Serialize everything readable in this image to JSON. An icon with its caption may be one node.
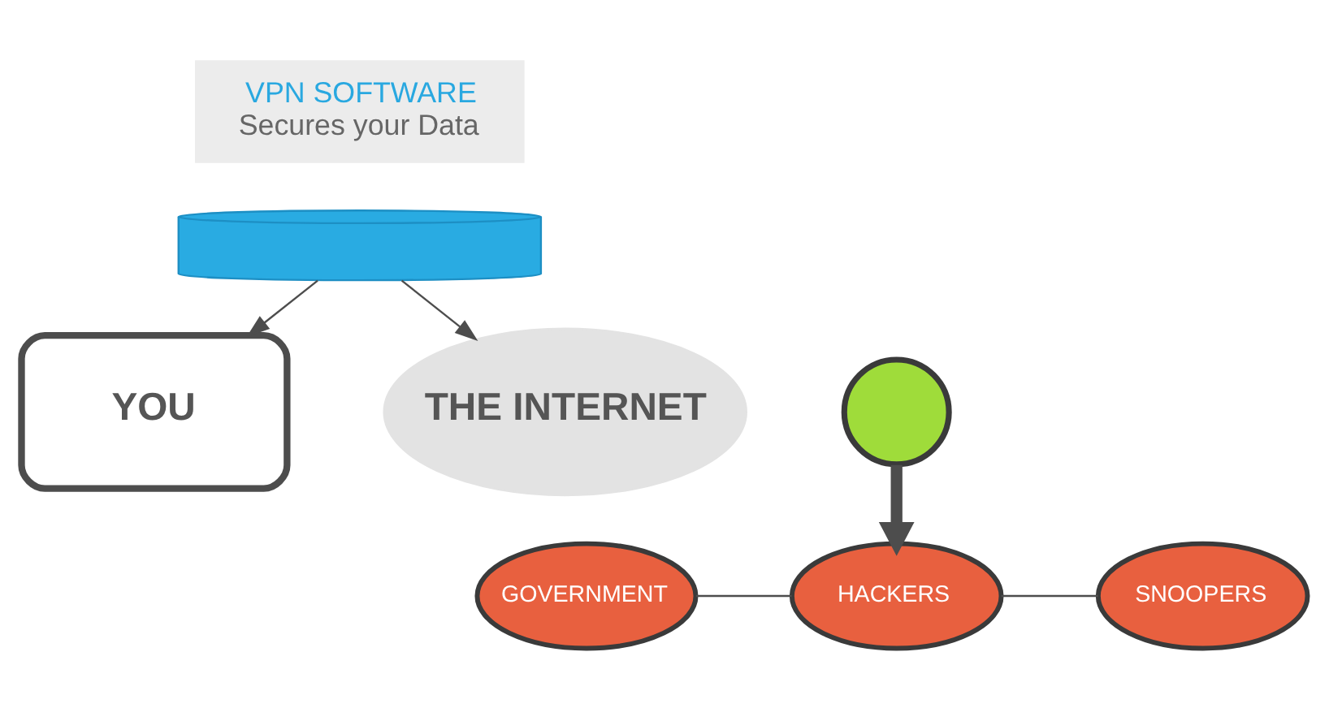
{
  "diagram": {
    "nodes": [
      {
        "text": [
          "YOU"
        ]
      },
      {
        "text": [
          "VPN SOFTWARE",
          "Secures your Data"
        ]
      },
      {
        "text": [],
        "shape": "cylinder"
      },
      {
        "text": [],
        "shape": "circle"
      },
      {
        "text": [
          "THE INTERNET"
        ]
      },
      {
        "text": [
          "GOVERNMENT"
        ]
      },
      {
        "text": [
          "HACKERS"
        ]
      },
      {
        "text": [
          "SNOOPERS"
        ]
      }
    ],
    "edges": [
      {
        "from": 2,
        "to": 0,
        "arrow": "to"
      },
      {
        "from": 2,
        "to": 4,
        "arrow": "to"
      },
      {
        "from": 3,
        "to": 6,
        "arrow": "to",
        "style": "thick"
      },
      {
        "from": 5,
        "to": 6,
        "arrow": "none"
      },
      {
        "from": 6,
        "to": 7,
        "arrow": "none"
      }
    ]
  }
}
